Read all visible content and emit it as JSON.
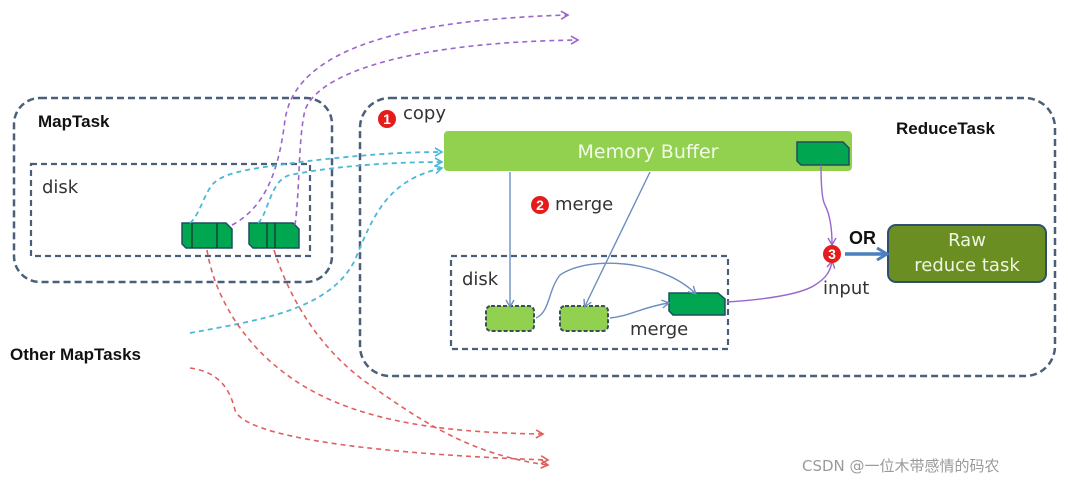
{
  "diagram": {
    "title": "MapReduce Shuffle - Reduce side",
    "map_task": {
      "label": "MapTask",
      "disk_label": "disk"
    },
    "other_map_tasks": {
      "label": "Other MapTasks"
    },
    "reduce_task": {
      "label": "ReduceTask",
      "memory_buffer_label": "Memory Buffer",
      "disk_label": "disk",
      "merge_inner_label": "merge",
      "raw_task_line1": "Raw",
      "raw_task_line2": "reduce task",
      "or_label": "OR"
    },
    "steps": [
      {
        "number": "1",
        "label": "copy"
      },
      {
        "number": "2",
        "label": "merge"
      },
      {
        "number": "3",
        "label": "input"
      }
    ],
    "colors": {
      "box_border": "#4a5f7a",
      "memory_buffer": "#92d050",
      "segment_dark": "#00a650",
      "raw_task": "#6b8e23",
      "copy_arrows": "#4bb8d8",
      "purple_arrows": "#9966cc",
      "red_arrows": "#e06060",
      "step_badge": "#e41c1c"
    }
  },
  "watermark": "CSDN @一位木带感情的码农"
}
